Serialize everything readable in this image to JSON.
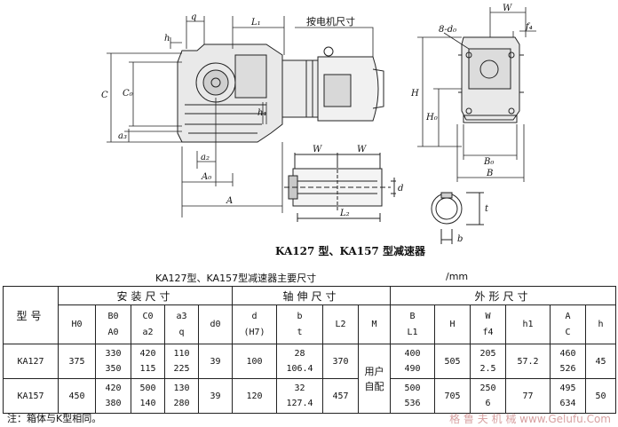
{
  "drawing": {
    "title": "KA127 型、KA157 型减速器",
    "motor_note": "按电机尺寸",
    "dims": {
      "q": "q",
      "L1": "L₁",
      "h": "h",
      "C": "C",
      "C0": "C₀",
      "a3": "a₃",
      "h1": "h₁",
      "a2": "a₂",
      "A0": "A₀",
      "A": "A",
      "W1": "W",
      "W2": "W",
      "d": "d",
      "L2": "L₂",
      "t": "t",
      "b": "b",
      "W_side": "W",
      "f4": "f₄",
      "d0": "8-d₀",
      "H": "H",
      "H0": "H₀",
      "B0": "B₀",
      "B": "B"
    }
  },
  "table": {
    "caption": "KA127型、KA157型减速器主要尺寸",
    "unit": "/mm",
    "groups": {
      "install": "安装尺寸",
      "shaft": "轴伸尺寸",
      "outline": "外形尺寸"
    },
    "header": {
      "model": "型号",
      "H0": "H0",
      "B0_A0": [
        "B0",
        "A0"
      ],
      "C0_a2": [
        "C0",
        "a2"
      ],
      "a3_q": [
        "a3",
        "q"
      ],
      "d0": "d0",
      "d_h7": [
        "d",
        "(H7)"
      ],
      "b_t": [
        "b",
        "t"
      ],
      "L2": "L2",
      "M": "M",
      "B_L1": [
        "B",
        "L1"
      ],
      "H": "H",
      "W_f4": [
        "W",
        "f4"
      ],
      "h1": "h1",
      "A_C": [
        "A",
        "C"
      ],
      "h": "h"
    },
    "rows": [
      {
        "model": "KA127",
        "H0": "375",
        "B0_A0": [
          "330",
          "350"
        ],
        "C0_a2": [
          "420",
          "115"
        ],
        "a3_q": [
          "110",
          "225"
        ],
        "d0": "39",
        "d": "100",
        "b_t": [
          "28",
          "106.4"
        ],
        "L2": "370",
        "B_L1": [
          "400",
          "490"
        ],
        "H": "505",
        "W_f4": [
          "205",
          "2.5"
        ],
        "h1": "57.2",
        "A_C": [
          "460",
          "526"
        ],
        "h": "45"
      },
      {
        "model": "KA157",
        "H0": "450",
        "B0_A0": [
          "420",
          "380"
        ],
        "C0_a2": [
          "500",
          "140"
        ],
        "a3_q": [
          "130",
          "280"
        ],
        "d0": "39",
        "d": "120",
        "b_t": [
          "32",
          "127.4"
        ],
        "L2": "457",
        "B_L1": [
          "500",
          "536"
        ],
        "H": "705",
        "W_f4": [
          "250",
          "6"
        ],
        "h1": "77",
        "A_C": [
          "495",
          "634"
        ],
        "h": "50"
      }
    ],
    "M_value": "用户自配"
  },
  "note": "注：箱体与K型相同。",
  "watermark": "格 鲁 夫 机 械  www.Gelufu.Com"
}
